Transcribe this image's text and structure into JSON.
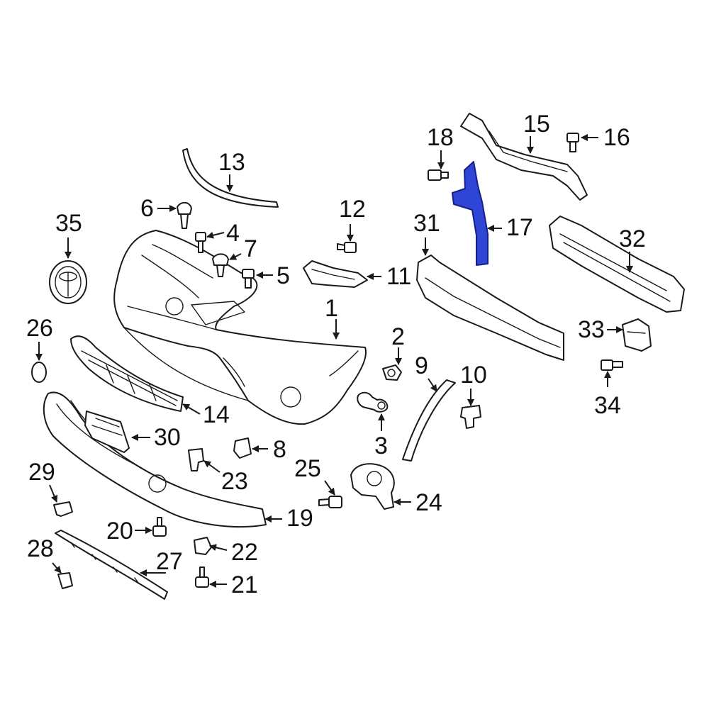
{
  "colors": {
    "highlight": "#2f45d6",
    "line": "#1a1a1a",
    "background": "#ffffff"
  },
  "callouts": {
    "c1": "1",
    "c2": "2",
    "c3": "3",
    "c4": "4",
    "c5": "5",
    "c6": "6",
    "c7": "7",
    "c8": "8",
    "c9": "9",
    "c10": "10",
    "c11": "11",
    "c12": "12",
    "c13": "13",
    "c14": "14",
    "c15": "15",
    "c16": "16",
    "c17": "17",
    "c18": "18",
    "c19": "19",
    "c20": "20",
    "c21": "21",
    "c22": "22",
    "c23": "23",
    "c24": "24",
    "c25": "25",
    "c26": "26",
    "c27": "27",
    "c28": "28",
    "c29": "29",
    "c30": "30",
    "c31": "31",
    "c32": "32",
    "c33": "33",
    "c34": "34",
    "c35": "35"
  }
}
